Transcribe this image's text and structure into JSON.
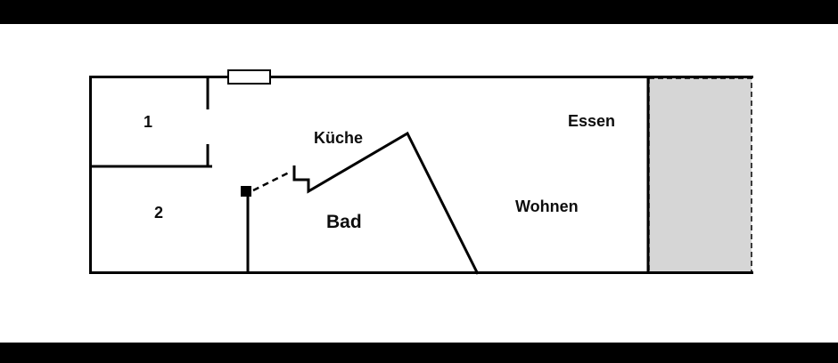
{
  "page": {
    "type": "apartment-floor-plan"
  },
  "rooms": {
    "room1": {
      "label": "1"
    },
    "room2": {
      "label": "2"
    },
    "kueche": {
      "label": "Küche"
    },
    "bad": {
      "label": "Bad"
    },
    "essen": {
      "label": "Essen"
    },
    "wohnen": {
      "label": "Wohnen"
    }
  },
  "colors": {
    "wall": "#000000",
    "balcony_fill": "#d6d6d6",
    "background": "#ffffff",
    "frame_bar": "#000000"
  }
}
